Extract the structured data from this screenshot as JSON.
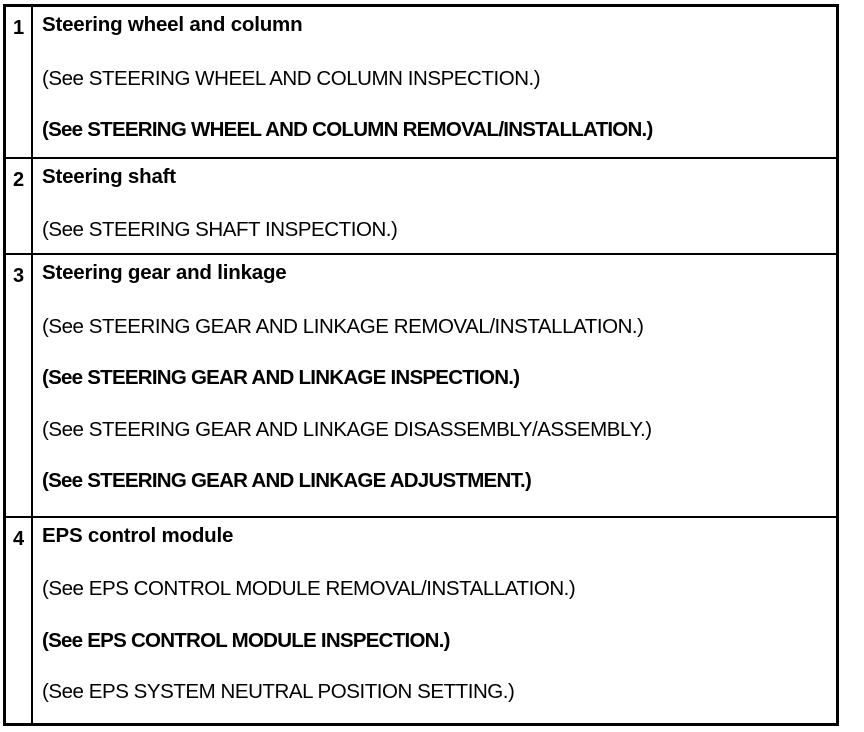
{
  "table": {
    "rows": [
      {
        "number": "1",
        "title": "Steering wheel and column",
        "references": [
          "(See STEERING WHEEL AND COLUMN INSPECTION.)",
          "(See STEERING WHEEL AND COLUMN REMOVAL/INSTALLATION.)"
        ]
      },
      {
        "number": "2",
        "title": "Steering shaft",
        "references": [
          "(See STEERING SHAFT INSPECTION.)"
        ]
      },
      {
        "number": "3",
        "title": "Steering gear and linkage",
        "references": [
          "(See STEERING GEAR AND LINKAGE REMOVAL/INSTALLATION.)",
          "(See STEERING GEAR AND LINKAGE INSPECTION.)",
          "(See STEERING GEAR AND LINKAGE DISASSEMBLY/ASSEMBLY.)",
          "(See STEERING GEAR AND LINKAGE ADJUSTMENT.)"
        ]
      },
      {
        "number": "4",
        "title": "EPS control module",
        "references": [
          "(See EPS CONTROL MODULE REMOVAL/INSTALLATION.)",
          "(See EPS CONTROL MODULE INSPECTION.)",
          "(See EPS SYSTEM NEUTRAL POSITION SETTING.)"
        ]
      }
    ]
  },
  "colors": {
    "border": "#000000",
    "text": "#000000",
    "background": "#ffffff"
  }
}
